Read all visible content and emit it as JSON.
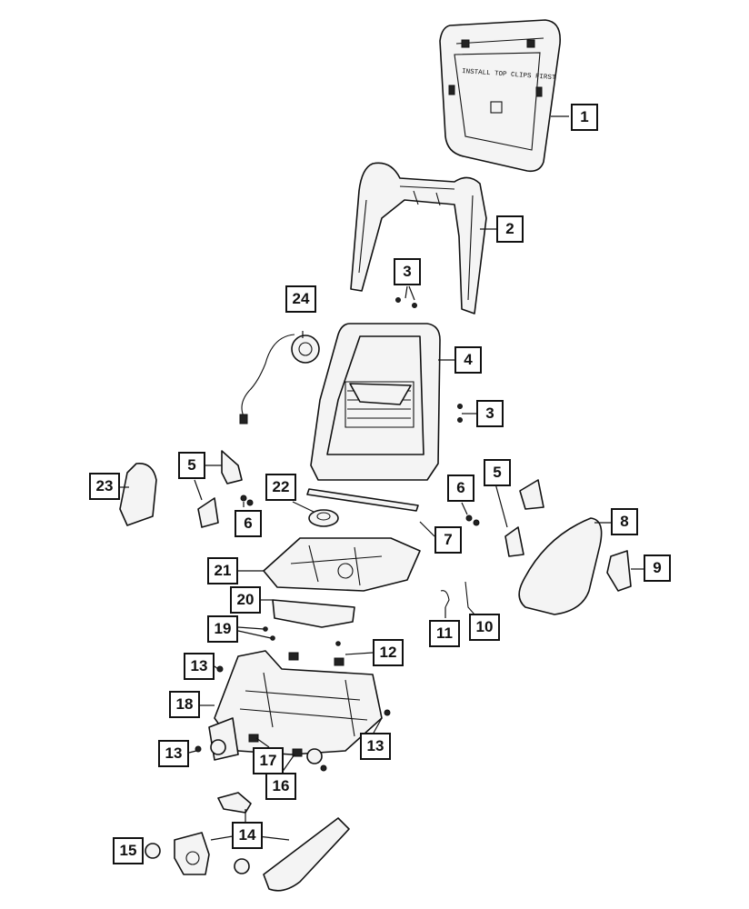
{
  "diagram": {
    "note_text": "INSTALL TOP CLIPS FIRST",
    "callouts": [
      {
        "id": "c1",
        "label": "1"
      },
      {
        "id": "c2",
        "label": "2"
      },
      {
        "id": "c3a",
        "label": "3"
      },
      {
        "id": "c24",
        "label": "24"
      },
      {
        "id": "c4",
        "label": "4"
      },
      {
        "id": "c3b",
        "label": "3"
      },
      {
        "id": "c5a",
        "label": "5"
      },
      {
        "id": "c5b",
        "label": "5"
      },
      {
        "id": "c23",
        "label": "23"
      },
      {
        "id": "c22",
        "label": "22"
      },
      {
        "id": "c6a",
        "label": "6"
      },
      {
        "id": "c6b",
        "label": "6"
      },
      {
        "id": "c7",
        "label": "7"
      },
      {
        "id": "c8",
        "label": "8"
      },
      {
        "id": "c9",
        "label": "9"
      },
      {
        "id": "c21",
        "label": "21"
      },
      {
        "id": "c20",
        "label": "20"
      },
      {
        "id": "c11",
        "label": "11"
      },
      {
        "id": "c10",
        "label": "10"
      },
      {
        "id": "c19",
        "label": "19"
      },
      {
        "id": "c12",
        "label": "12"
      },
      {
        "id": "c13a",
        "label": "13"
      },
      {
        "id": "c18",
        "label": "18"
      },
      {
        "id": "c13b",
        "label": "13"
      },
      {
        "id": "c13c",
        "label": "13"
      },
      {
        "id": "c17",
        "label": "17"
      },
      {
        "id": "c16",
        "label": "16"
      },
      {
        "id": "c14",
        "label": "14"
      },
      {
        "id": "c15",
        "label": "15"
      }
    ]
  }
}
